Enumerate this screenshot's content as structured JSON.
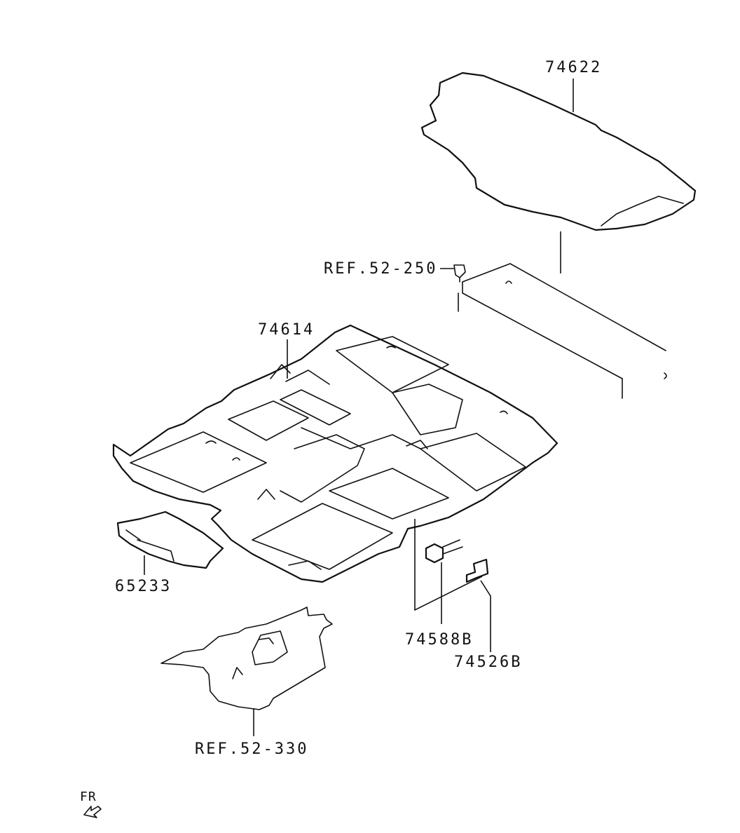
{
  "labels": {
    "rear_shelf_trim": "74622",
    "ref_52_250": "REF.52-250",
    "floor_carpet": "74614",
    "side_panel": "65233",
    "bolt": "74588B",
    "bracket": "74526B",
    "ref_52_330": "REF.52-330",
    "front_indicator": "FR"
  }
}
